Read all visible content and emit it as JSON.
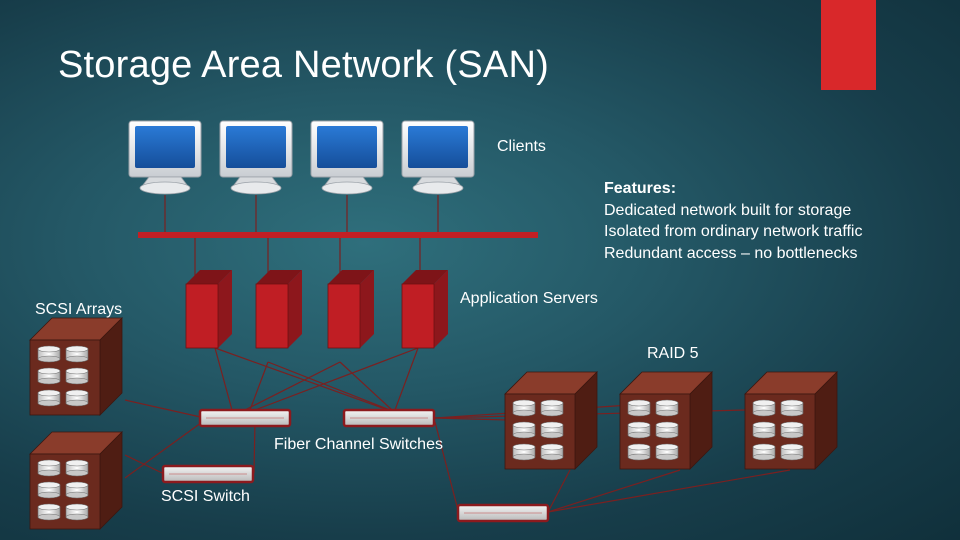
{
  "title": "Storage Area Network (SAN)",
  "labels": {
    "clients": "Clients",
    "application_servers": "Application Servers",
    "scsi_arrays": "SCSI Arrays",
    "raid": "RAID 5",
    "fiber_channel_switches": "Fiber Channel Switches",
    "scsi_switch": "SCSI Switch"
  },
  "features": {
    "heading": "Features:",
    "items": [
      "Dedicated network built for storage",
      "Isolated from ordinary network traffic",
      "Redundant access – no bottlenecks"
    ]
  },
  "colors": {
    "accent": "#d9282a",
    "server": "#c01e24",
    "storage": "#6b2a1e",
    "bus": "#c21f25",
    "screen": "#1e63b5"
  }
}
